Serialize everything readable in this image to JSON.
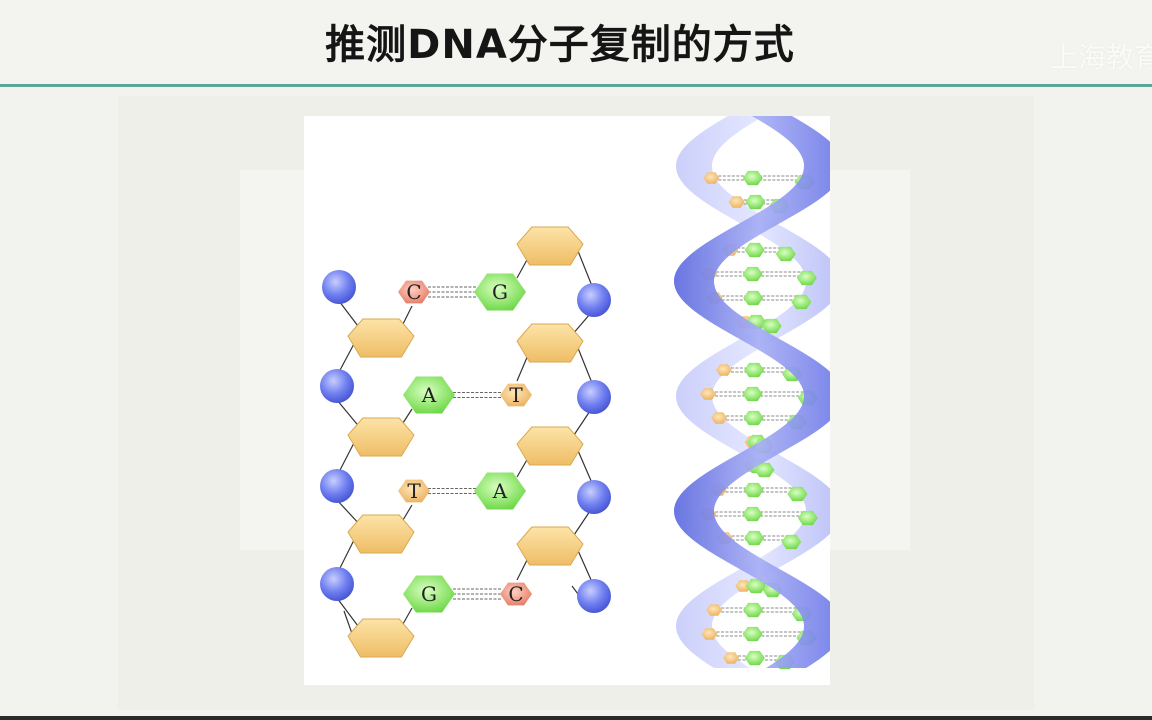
{
  "slide": {
    "title": "推测DNA分子复制的方式",
    "watermark": "上海教育"
  },
  "diagram": {
    "base_pairs": [
      {
        "left": "C",
        "right": "G"
      },
      {
        "left": "A",
        "right": "T"
      },
      {
        "left": "T",
        "right": "A"
      },
      {
        "left": "G",
        "right": "C"
      }
    ],
    "colors": {
      "phosphate": "#5566dd",
      "sugar": "#f0c878",
      "C": "#e8907c",
      "G": "#7fe05a",
      "A": "#7fe05a",
      "T": "#f0be70",
      "helix_backbone": "#8a93e8"
    }
  }
}
